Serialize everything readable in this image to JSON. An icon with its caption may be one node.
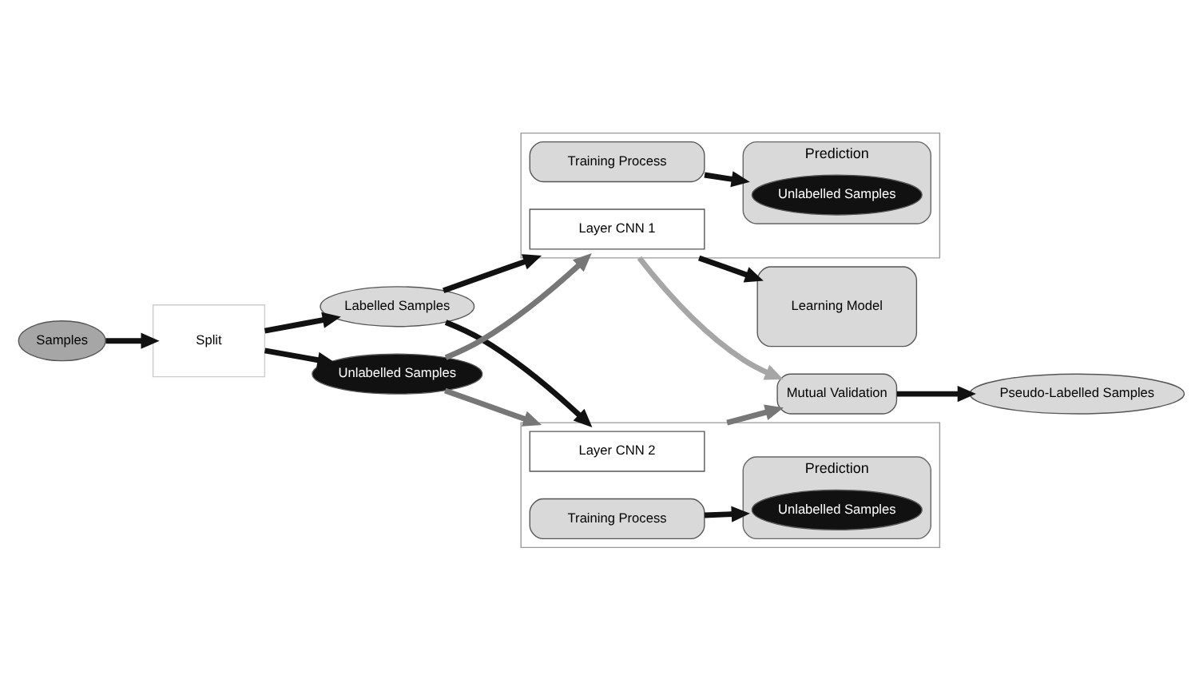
{
  "diagram": {
    "nodes": [
      {
        "text": [
          "Samples"
        ]
      },
      {
        "text": [
          "Split"
        ]
      },
      {
        "text": [
          "Labelled Samples"
        ]
      },
      {
        "text": [
          "Unlabelled Samples"
        ]
      },
      {
        "text": [],
        "shape": "box"
      },
      {
        "text": [
          "Layer CNN 1"
        ],
        "in": 4
      },
      {
        "text": [
          "Training Process"
        ],
        "in": 4
      },
      {
        "text": [
          "Prediction"
        ],
        "in": 4
      },
      {
        "text": [
          "Unlabelled Samples"
        ],
        "in": 7
      },
      {
        "text": [
          "Learning Model"
        ]
      },
      {
        "text": [],
        "shape": "box"
      },
      {
        "text": [
          "Layer CNN 2"
        ],
        "in": 10
      },
      {
        "text": [
          "Training Process"
        ],
        "in": 10
      },
      {
        "text": [
          "Prediction"
        ],
        "in": 10
      },
      {
        "text": [
          "Unlabelled Samples"
        ],
        "in": 13
      },
      {
        "text": [
          "Mutual Validation"
        ]
      },
      {
        "text": [
          "Pseudo-Labelled Samples"
        ]
      }
    ],
    "edges": [
      {
        "from": 0,
        "to": 1,
        "arrow": "to"
      },
      {
        "from": 1,
        "to": 2,
        "arrow": "to"
      },
      {
        "from": 1,
        "to": 3,
        "arrow": "to"
      },
      {
        "from": 2,
        "to": 4,
        "arrow": "to"
      },
      {
        "from": 2,
        "to": 10,
        "arrow": "to"
      },
      {
        "from": 3,
        "to": 4,
        "arrow": "to",
        "color": "#777777"
      },
      {
        "from": 3,
        "to": 10,
        "arrow": "to",
        "color": "#777777"
      },
      {
        "from": 6,
        "to": 7,
        "arrow": "to"
      },
      {
        "from": 12,
        "to": 13,
        "arrow": "to"
      },
      {
        "from": 4,
        "to": 9,
        "arrow": "to"
      },
      {
        "from": 4,
        "to": 15,
        "arrow": "to",
        "color": "#a6a6a6"
      },
      {
        "from": 10,
        "to": 15,
        "arrow": "to",
        "color": "#777777"
      },
      {
        "from": 15,
        "to": 16,
        "arrow": "to"
      }
    ]
  }
}
